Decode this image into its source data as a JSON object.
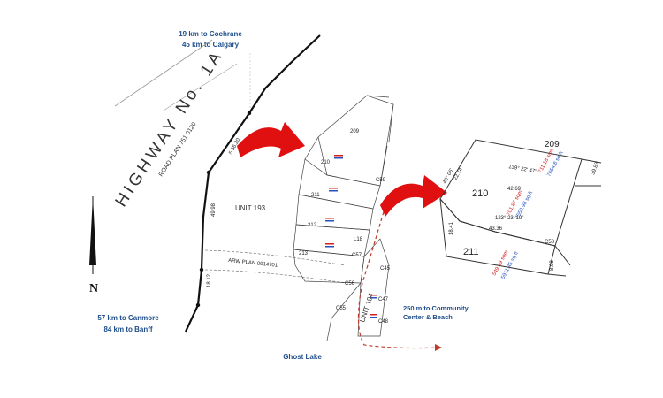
{
  "top_note": {
    "line1": "19 km to Cochrane",
    "line2": "45 km to Calgary"
  },
  "bottom_note": {
    "line1": "57 km to Canmore",
    "line2": "84 km to Banff"
  },
  "highway": {
    "name": "HIGHWAY No. 1A",
    "road_plan": "ROAD PLAN 751 0120"
  },
  "north_label": "N",
  "unit_193": "UNIT 193",
  "unit_194": "UNIT 194",
  "arw_plan": "ARW PLAN 0914701",
  "community_note": {
    "bold": "250 m",
    "line1": " to Community",
    "line2": "Center & Beach"
  },
  "lake_label": "Ghost Lake",
  "lots": [
    "209",
    "210",
    "211",
    "212",
    "213"
  ],
  "detail_lots": [
    "209",
    "210",
    "211"
  ],
  "lot_dims": {
    "d1": "22.74",
    "d2": "46° 06'",
    "d3": "139° 22' 47\"",
    "d4": "42.69",
    "d5": "123° 23' 19\"",
    "d6": "43.36",
    "d7": "18.41",
    "d8": "8.93",
    "d9": "C58",
    "d10": "39.83"
  },
  "detail_areas": {
    "a209_sqm": "711.18 sqm",
    "a209_sqft": "7654.8 sq ft",
    "a210_sqm": "701.87 sqm",
    "a210_sqft": "7550.98 sq ft",
    "a211_sqm": "549.19 sqm",
    "a211_sqft": "5911.45 sq ft"
  },
  "parcel_labels": [
    "C55",
    "C56",
    "C57",
    "C59",
    "C45",
    "C47",
    "C48",
    "L18"
  ],
  "colors": {
    "note_blue": "#1f4e8c",
    "arrow_red": "#e01010",
    "dash_red": "#c0392b"
  },
  "icons": [
    "north-arrow-icon",
    "curved-arrow-icon"
  ]
}
